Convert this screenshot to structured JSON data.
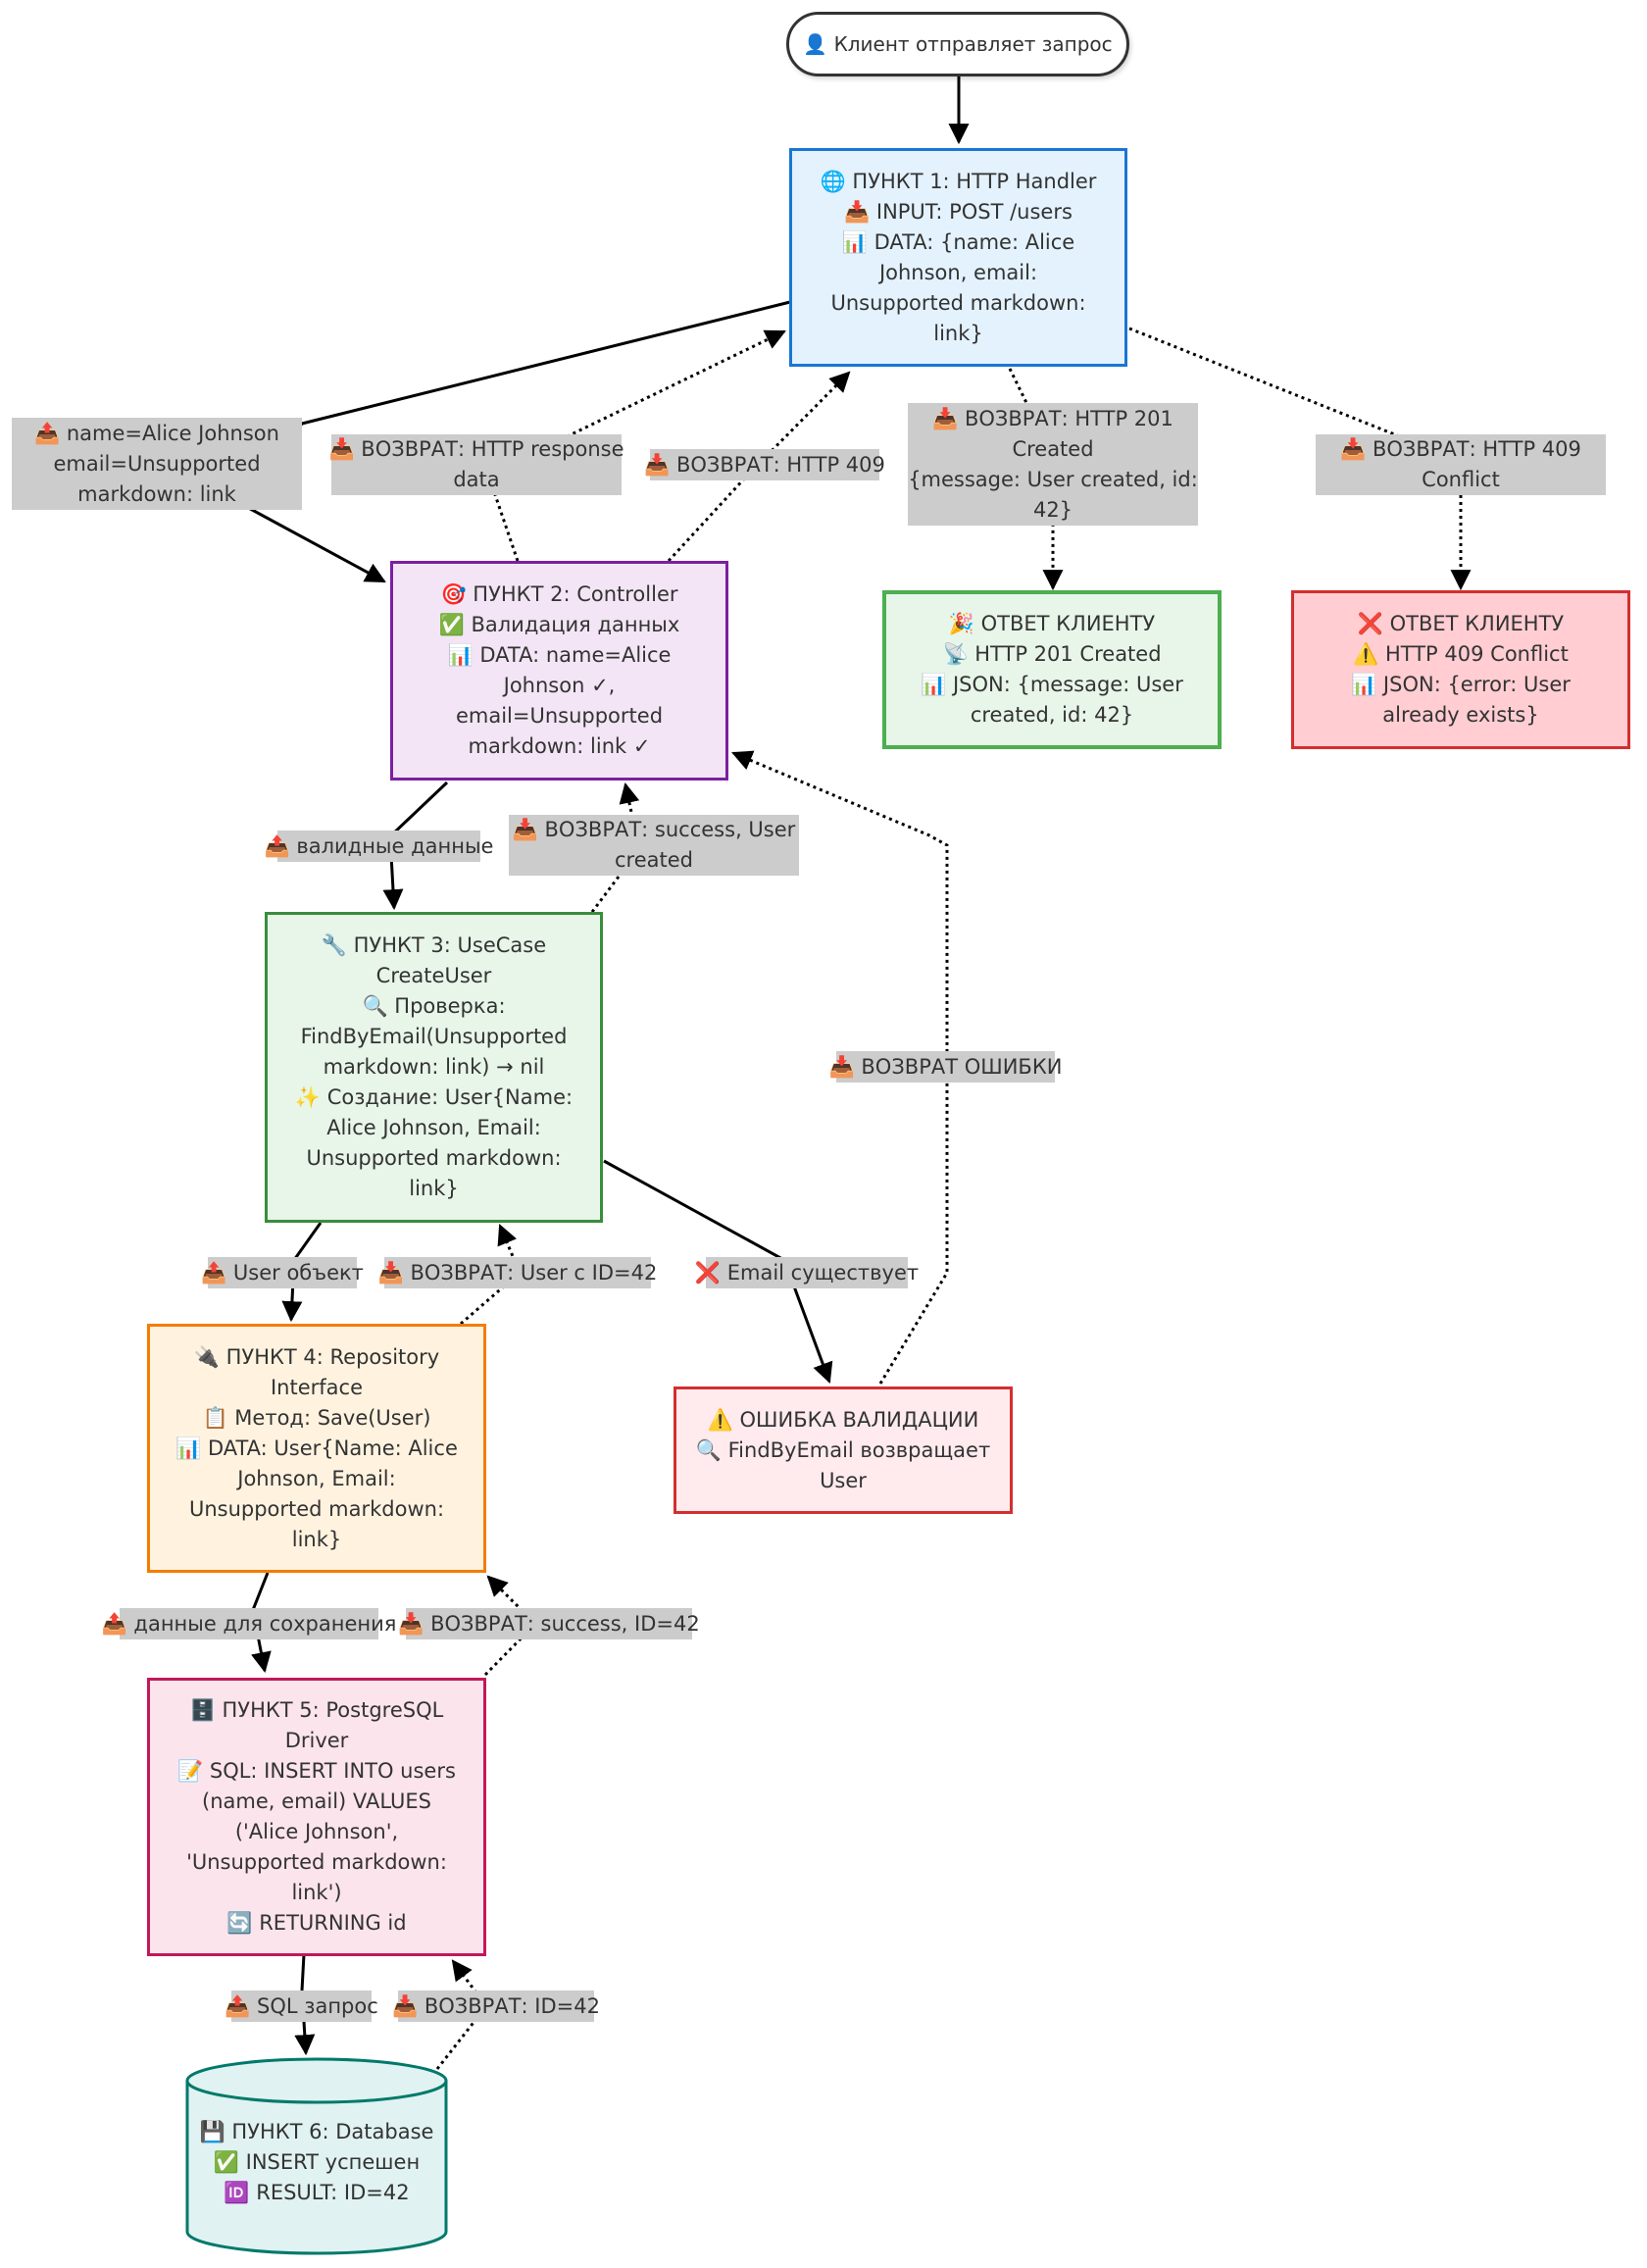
{
  "colors": {
    "p1_fill": "#e3f2fd",
    "p1_stroke": "#1976d2",
    "p2_fill": "#f3e5f5",
    "p2_stroke": "#7b1fa2",
    "p3_fill": "#e8f5e9",
    "p3_stroke": "#388e3c",
    "p4_fill": "#fff3e0",
    "p4_stroke": "#f57c00",
    "p5_fill": "#fce4ec",
    "p5_stroke": "#c2185b",
    "p6_fill": "#e0f2f1",
    "p6_stroke": "#00796b",
    "ok_fill": "#e8f5e9",
    "ok_stroke": "#4caf50",
    "err_fill": "#ffcdd2",
    "err_stroke": "#d32f2f",
    "valerr_fill": "#ffebee",
    "valerr_stroke": "#d32f2f",
    "label_bg": "#cccccc",
    "edge": "#000000"
  },
  "nodes": {
    "start": {
      "lines": [
        "👤 Клиент отправляет запрос"
      ]
    },
    "p1": {
      "lines": [
        "🌐 ПУНКТ 1: HTTP Handler",
        "📥 INPUT: POST /users",
        "📊 DATA: {name: Alice",
        "Johnson, email:",
        "Unsupported markdown:",
        "link}"
      ]
    },
    "p2": {
      "lines": [
        "🎯 ПУНКТ 2: Controller",
        "✅ Валидация данных",
        "📊 DATA: name=Alice",
        "Johnson ✓,",
        "email=Unsupported",
        "markdown: link ✓"
      ]
    },
    "p3": {
      "lines": [
        "🔧 ПУНКТ 3: UseCase",
        "CreateUser",
        "🔍 Проверка:",
        "FindByEmail(Unsupported",
        "markdown: link) → nil",
        "✨ Создание: User{Name:",
        "Alice Johnson, Email:",
        "Unsupported markdown:",
        "link}"
      ]
    },
    "p4": {
      "lines": [
        "🔌 ПУНКТ 4: Repository",
        "Interface",
        "📋 Метод: Save(User)",
        "📊 DATA: User{Name: Alice",
        "Johnson, Email:",
        "Unsupported markdown:",
        "link}"
      ]
    },
    "p5": {
      "lines": [
        "🗄️ ПУНКТ 5: PostgreSQL",
        "Driver",
        "📝 SQL: INSERT INTO users",
        "(name, email) VALUES",
        "('Alice Johnson',",
        "'Unsupported markdown:",
        "link')",
        "🔄 RETURNING id"
      ]
    },
    "p6": {
      "lines": [
        "💾 ПУНКТ 6: Database",
        "✅ INSERT успешен",
        "🆔 RESULT: ID=42"
      ]
    },
    "resp201": {
      "lines": [
        "🎉 ОТВЕТ КЛИЕНТУ",
        "📡 HTTP 201 Created",
        "📊 JSON: {message: User",
        "created, id: 42}"
      ]
    },
    "resp409": {
      "lines": [
        "❌ ОТВЕТ КЛИЕНТУ",
        "⚠️ HTTP 409 Conflict",
        "📊 JSON: {error: User",
        "already exists}"
      ]
    },
    "valerr": {
      "lines": [
        "⚠️ ОШИБКА ВАЛИДАЦИИ",
        "🔍 FindByEmail возвращает",
        "User"
      ]
    }
  },
  "edge_labels": {
    "to_p2": [
      "📤 name=Alice Johnson",
      "email=Unsupported",
      "markdown: link"
    ],
    "ret_http": [
      "📥 ВОЗВРАТ: HTTP response",
      "data"
    ],
    "ret_409": [
      "📥 ВОЗВРАТ: HTTP 409"
    ],
    "ret_201": [
      "📥 ВОЗВРАТ: HTTP 201",
      "Created",
      "{message: User created, id:",
      "42}"
    ],
    "ret_409c": [
      "📥 ВОЗВРАТ: HTTP 409",
      "Conflict"
    ],
    "valid": [
      "📤 валидные данные"
    ],
    "ret_success_user": [
      "📥 ВОЗВРАТ: success, User",
      "created"
    ],
    "ret_error": [
      "📥 ВОЗВРАТ ОШИБКИ"
    ],
    "user_obj": [
      "📤 User объект"
    ],
    "ret_user42": [
      "📥 ВОЗВРАТ: User с ID=42"
    ],
    "email_exists": [
      "❌ Email существует"
    ],
    "save_data": [
      "📤 данные для сохранения"
    ],
    "ret_success42": [
      "📥 ВОЗВРАТ: success, ID=42"
    ],
    "sql_req": [
      "📤 SQL запрос"
    ],
    "ret_id42": [
      "📥 ВОЗВРАТ: ID=42"
    ]
  }
}
